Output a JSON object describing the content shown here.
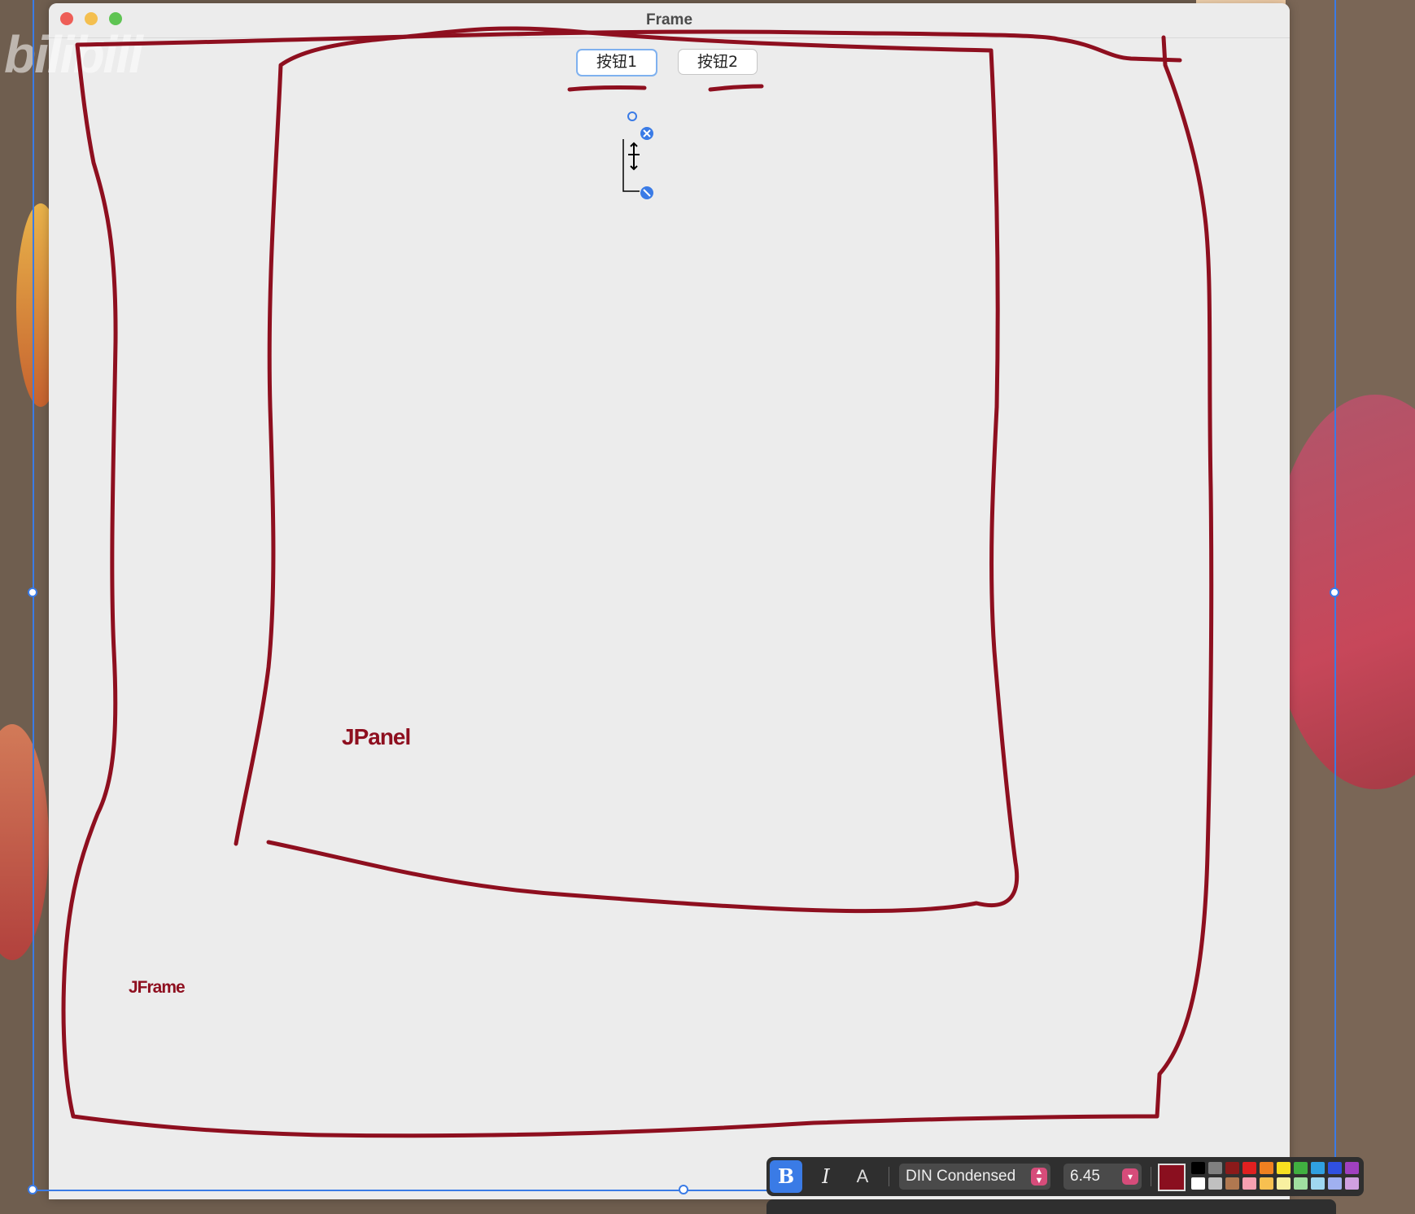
{
  "window": {
    "title": "Frame",
    "buttons": [
      {
        "label": "按钮1",
        "focused": true
      },
      {
        "label": "按钮2",
        "focused": false
      }
    ]
  },
  "annotations": {
    "ink_color": "#8e0f1f",
    "labels": {
      "jpanel": "JPanel",
      "jframe": "JFrame"
    }
  },
  "watermark": "bilibili",
  "toolbar": {
    "bold_label": "B",
    "italic_label": "I",
    "outline_label": "A",
    "font_name": "DIN Condensed",
    "font_size": "6.45",
    "current_color": "#8a0f1f",
    "palette": [
      "#000000",
      "#808080",
      "#8b1a1a",
      "#e02020",
      "#f08020",
      "#f8e020",
      "#40b040",
      "#30a0e0",
      "#3050e0",
      "#a040c0",
      "#ffffff",
      "#c0c0c0",
      "#b07850",
      "#f8a0b0",
      "#f8c050",
      "#f8f0a0",
      "#a0e0a0",
      "#a0d8f0",
      "#a0b0f0",
      "#d0a0e0"
    ]
  },
  "colors": {
    "selection": "#3a7be6",
    "accent": "#3a7be6",
    "window_bg": "#ececec"
  }
}
